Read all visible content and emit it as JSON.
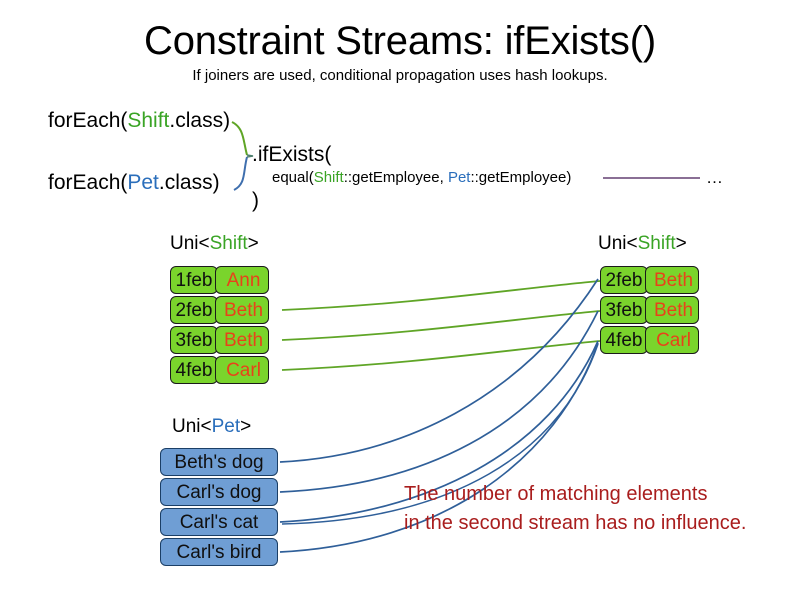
{
  "header": {
    "title": "Constraint Streams: ifExists()",
    "subtitle": "If joiners are used, conditional propagation uses hash lookups."
  },
  "code": {
    "foreach_shift": {
      "prefix": "forEach(",
      "type": "Shift",
      "suffix": ".class)"
    },
    "foreach_pet": {
      "prefix": "forEach(",
      "type": "Pet",
      "suffix": ".class)"
    },
    "if_exists": ".ifExists(",
    "equal": {
      "prefix": "equal(",
      "left_type": "Shift",
      "left_method": "::getEmployee, ",
      "right_type": "Pet",
      "right_method": "::getEmployee)"
    },
    "close_paren": ")",
    "ellipsis": "…"
  },
  "streams": {
    "shift_left": {
      "label": {
        "prefix": "Uni<",
        "type": "Shift",
        "suffix": ">"
      },
      "rows": [
        {
          "date": "1feb",
          "name": "Ann"
        },
        {
          "date": "2feb",
          "name": "Beth"
        },
        {
          "date": "3feb",
          "name": "Beth"
        },
        {
          "date": "4feb",
          "name": "Carl"
        }
      ]
    },
    "shift_right": {
      "label": {
        "prefix": "Uni<",
        "type": "Shift",
        "suffix": ">"
      },
      "rows": [
        {
          "date": "2feb",
          "name": "Beth"
        },
        {
          "date": "3feb",
          "name": "Beth"
        },
        {
          "date": "4feb",
          "name": "Carl"
        }
      ]
    },
    "pet_left": {
      "label": {
        "prefix": "Uni<",
        "type": "Pet",
        "suffix": ">"
      },
      "rows": [
        {
          "name": "Beth's dog"
        },
        {
          "name": "Carl's dog"
        },
        {
          "name": "Carl's cat"
        },
        {
          "name": "Carl's bird"
        }
      ]
    }
  },
  "annotation": {
    "line1": "The number of matching elements",
    "line2": "in the second stream has no influence."
  },
  "colors": {
    "shift_green": "#3aa425",
    "pet_blue": "#2a6ebb",
    "box_green_fill": "#7ad42c",
    "box_blue_fill": "#6f9ed4",
    "name_text": "#e8421a",
    "annotation_red": "#a91d1d",
    "joiner_line": "#8a6f95",
    "wire_green": "#5fa526",
    "wire_blue": "#2f5f99"
  }
}
